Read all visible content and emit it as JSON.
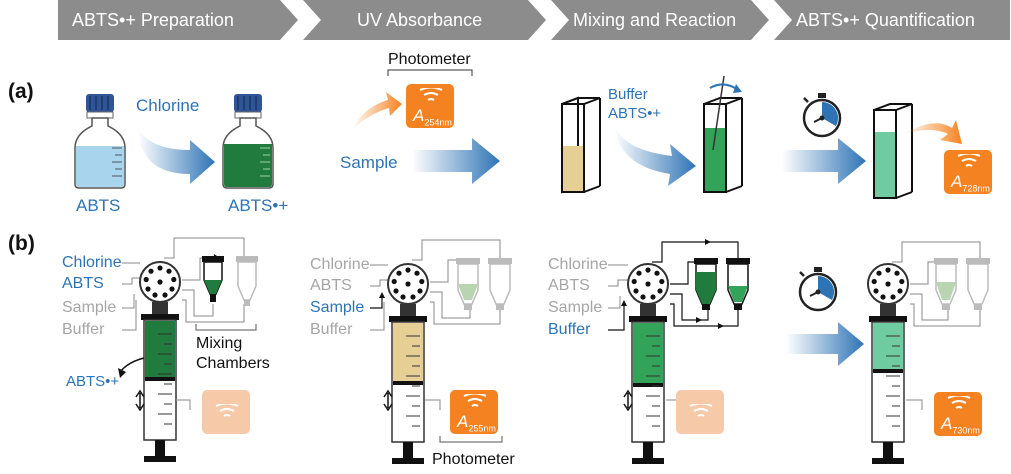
{
  "steps": [
    {
      "label": "ABTS•+ Preparation"
    },
    {
      "label": "UV Absorbance"
    },
    {
      "label": "Mixing and Reaction"
    },
    {
      "label": "ABTS•+ Quantification"
    }
  ],
  "panels": {
    "a": "(a)",
    "b": "(b)"
  },
  "row_a": {
    "abts": "ABTS",
    "chlorine": "Chlorine",
    "abts_radical": "ABTS•+",
    "photometer": "Photometer",
    "sample": "Sample",
    "a254": {
      "symbol": "A",
      "sub": "254nm"
    },
    "buffer": "Buffer",
    "abts_radical_2": "ABTS•+",
    "a728": {
      "symbol": "A",
      "sub": "728nm"
    }
  },
  "row_b": {
    "col1": {
      "chlorine": "Chlorine",
      "abts": "ABTS",
      "sample": "Sample",
      "buffer": "Buffer",
      "abts_radical": "ABTS•+",
      "mixing_1": "Mixing",
      "mixing_2": "Chambers"
    },
    "col2": {
      "chlorine": "Chlorine",
      "abts": "ABTS",
      "sample": "Sample",
      "buffer": "Buffer",
      "a255": {
        "symbol": "A",
        "sub": "255nm"
      },
      "photometer": "Photometer"
    },
    "col3": {
      "chlorine": "Chlorine",
      "abts": "ABTS",
      "sample": "Sample",
      "buffer": "Buffer"
    },
    "col4": {
      "a730": {
        "symbol": "A",
        "sub": "730nm"
      }
    }
  },
  "colors": {
    "banner": "#8C8C8C",
    "blue_text": "#2E74B5",
    "grey_text": "#A6A6A6",
    "orange": "#F58220",
    "orange_faded": "#F6C9A8",
    "dark_green": "#217A3E",
    "mid_green": "#33A35A",
    "light_green": "#6FCBA0",
    "pale_green": "#B9D4B0",
    "tan": "#E6CF94",
    "light_blue": "#A9D4EE",
    "cap_blue": "#2F5597"
  }
}
